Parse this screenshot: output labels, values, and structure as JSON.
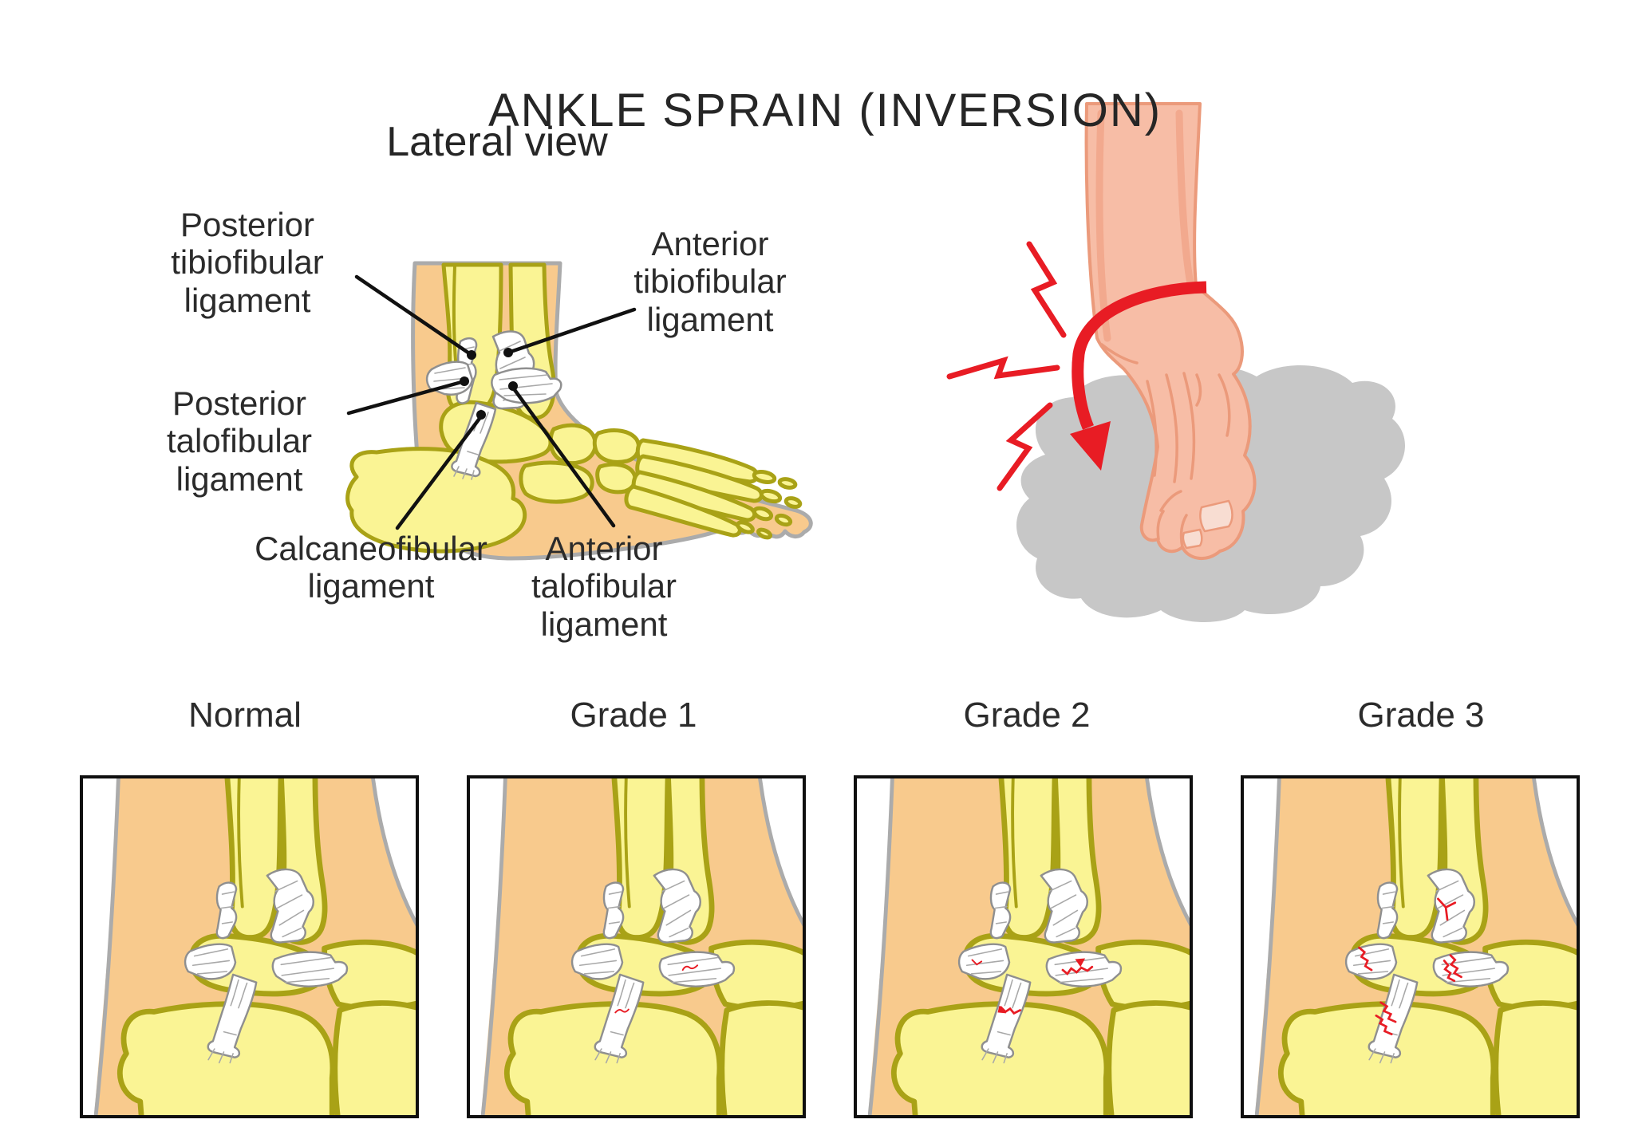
{
  "header": {
    "title": "ANKLE SPRAIN (INVERSION)"
  },
  "lateral_view": {
    "title": "Lateral view",
    "labels": [
      {
        "id": "posterior-tibiofibular",
        "text": "Posterior\ntibiofibular\nligament"
      },
      {
        "id": "anterior-tibiofibular",
        "text": "Anterior\ntibiofibular\nligament"
      },
      {
        "id": "posterior-talofibular",
        "text": "Posterior\ntalofibular\nligament"
      },
      {
        "id": "calcaneofibular",
        "text": "Calcaneofibular\nligament"
      },
      {
        "id": "anterior-talofibular",
        "text": "Anterior\ntalofibular\nligament"
      }
    ]
  },
  "injury_illustration": {
    "pain_icon": "lightning-bolt",
    "motion_icon": "inversion-arrow",
    "description_tags": [
      "inverted-foot",
      "pain-flashes",
      "ground-shadow"
    ]
  },
  "grades": {
    "items": [
      {
        "label": "Normal"
      },
      {
        "label": "Grade 1"
      },
      {
        "label": "Grade 2"
      },
      {
        "label": "Grade 3"
      }
    ]
  },
  "colors": {
    "skin": "#f8ca8d",
    "skin_outline": "#ababab",
    "bone": "#faf494",
    "bone_outline": "#a9a216",
    "ligament": "#ffffff",
    "ligament_outline": "#8f8f8f",
    "injury_red": "#e81c24",
    "foot_skin": "#f7bda6",
    "foot_outline": "#eb9a7b",
    "shadow": "#c7c7c7",
    "text": "#2b2b2b",
    "panel_border": "#0f0f0f"
  }
}
